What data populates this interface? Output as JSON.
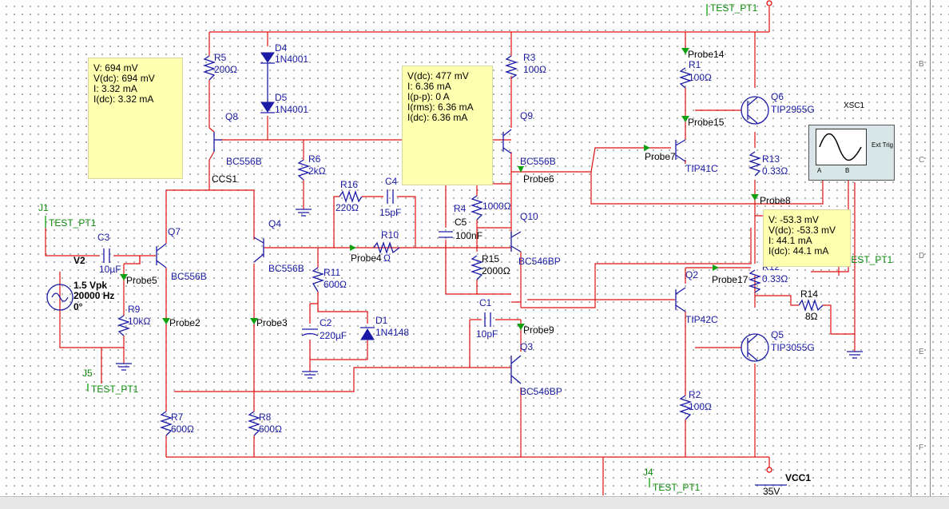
{
  "components": {
    "R5": {
      "ref": "R5",
      "value": "200Ω"
    },
    "D4": {
      "ref": "D4",
      "value": "1N4001"
    },
    "D5": {
      "ref": "D5",
      "value": "1N4001"
    },
    "Q8": {
      "ref": "Q8",
      "value": "BC556B"
    },
    "R6": {
      "ref": "R6",
      "value": "2kΩ"
    },
    "CCS1": {
      "ref": "CCS1"
    },
    "R16": {
      "ref": "R16",
      "value": "220Ω"
    },
    "C4": {
      "ref": "C4",
      "value": "15pF"
    },
    "R10": {
      "ref": "R10",
      "value": "Ω"
    },
    "R3": {
      "ref": "R3",
      "value": "100Ω"
    },
    "Q9": {
      "ref": "Q9",
      "value": "BC556B"
    },
    "R4": {
      "ref": "R4",
      "value": "1000Ω"
    },
    "C5": {
      "ref": "C5",
      "value": "100nF"
    },
    "Q10": {
      "ref": "Q10",
      "value": "BC546BP"
    },
    "R15": {
      "ref": "R15",
      "value": "2000Ω"
    },
    "C1": {
      "ref": "C1",
      "value": "10pF"
    },
    "Q3": {
      "ref": "Q3",
      "value": "BC546BP"
    },
    "R1": {
      "ref": "R1",
      "value": "100Ω"
    },
    "Q6": {
      "ref": "Q6",
      "value": "TIP2955G"
    },
    "Q7ext": {
      "ref": "TIP41C"
    },
    "R13": {
      "ref": "R13",
      "value": "0.33Ω"
    },
    "R12": {
      "ref": "R12",
      "value": "0.33Ω"
    },
    "R14": {
      "ref": "R14",
      "value": "8Ω"
    },
    "Q2": {
      "ref": "Q2",
      "value": "TIP42C"
    },
    "Q5": {
      "ref": "Q5",
      "value": "TIP3055G"
    },
    "R2": {
      "ref": "R2",
      "value": "100Ω"
    },
    "J1": {
      "ref": "J1",
      "value": "TEST_PT1"
    },
    "C3": {
      "ref": "C3",
      "value": "10µF"
    },
    "V2": {
      "ref": "V2",
      "amp": "1.5 Vpk",
      "freq": "20000 Hz",
      "phase": "0°"
    },
    "Q7": {
      "ref": "Q7",
      "value": "BC556B"
    },
    "R9": {
      "ref": "R9",
      "value": "10kΩ"
    },
    "J5": {
      "ref": "J5",
      "value": "TEST_PT1"
    },
    "R7": {
      "ref": "R7",
      "value": "600Ω"
    },
    "Q4": {
      "ref": "Q4",
      "value": "BC556B"
    },
    "R8": {
      "ref": "R8",
      "value": "600Ω"
    },
    "R11": {
      "ref": "R11",
      "value": "600Ω"
    },
    "C2": {
      "ref": "C2",
      "value": "220µF"
    },
    "D1": {
      "ref": "D1",
      "value": "1N4148"
    },
    "J4": {
      "ref": "J4",
      "value": "TEST_PT1"
    },
    "VCC1": {
      "ref": "VCC1",
      "value": "35V"
    },
    "TOP": {
      "value": "TEST_PT1"
    },
    "RIGHT_TP": {
      "value": "TEST_PT1"
    },
    "XSC1": {
      "ref": "XSC1",
      "ch_a": "A",
      "ch_b": "B",
      "ext": "Ext Trig"
    }
  },
  "probes": [
    "Probe14",
    "Probe15",
    "Probe7",
    "Probe6",
    "Probe8",
    "Probe4",
    "Probe5",
    "Probe2",
    "Probe3",
    "Probe9",
    "Probe17"
  ],
  "notes": {
    "n1": [
      "V: 694 mV",
      "V(dc): 694 mV",
      "I: 3.32 mA",
      "I(dc): 3.32 mA"
    ],
    "n2": [
      "V(dc): 477 mV",
      "I: 6.36 mA",
      "I(p-p): 0 A",
      "I(rms): 6.36 mA",
      "I(dc): 6.36 mA"
    ],
    "n3": [
      "V: -53.3 mV",
      "V(dc): -53.3 mV",
      "I: 44.1 mA",
      "I(dc): 44.1 mA"
    ]
  },
  "border": {
    "B": "B",
    "C": "C",
    "D": "D",
    "E": "E",
    "F": "F"
  },
  "colors": {
    "wire": "#e01010",
    "component": "#1a1aa6",
    "probe": "#10a010",
    "note": "#ffffb0"
  }
}
